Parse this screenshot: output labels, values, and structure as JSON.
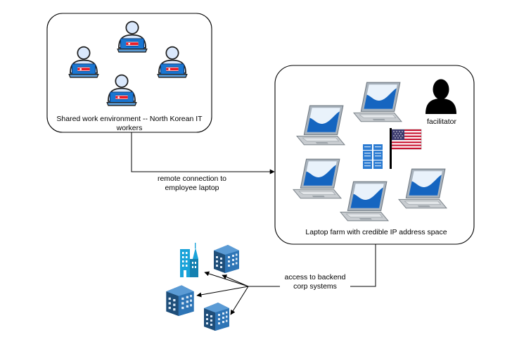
{
  "groups": {
    "workers": {
      "label": "Shared work environment -- North Korean IT workers"
    },
    "farm": {
      "label": "Laptop farm with credible IP address space",
      "facilitator_label": "facilitator"
    }
  },
  "connections": {
    "remote": {
      "label": "remote connection to employee laptop"
    },
    "backend": {
      "label": "access to backend corp systems"
    }
  },
  "icons": {
    "worker": "person-at-laptop-icon",
    "flag_on_laptop": "north-korea-flag-icon",
    "laptop": "laptop-icon",
    "facilitator": "person-silhouette-icon",
    "flag": "us-flag-icon",
    "server": "server-rack-icon",
    "building": "office-building-icon"
  },
  "colors": {
    "worker_body": "#dae8fc",
    "worker_outline": "#1f1f1f",
    "laptop_screen": "#1565c0",
    "laptop_body": "#c8ccd0",
    "server": "#2b7bd2",
    "building_dark": "#1f4e79",
    "building_light": "#1aa3d9",
    "flag_red": "#c8102e",
    "flag_blue": "#3c3b6e"
  }
}
